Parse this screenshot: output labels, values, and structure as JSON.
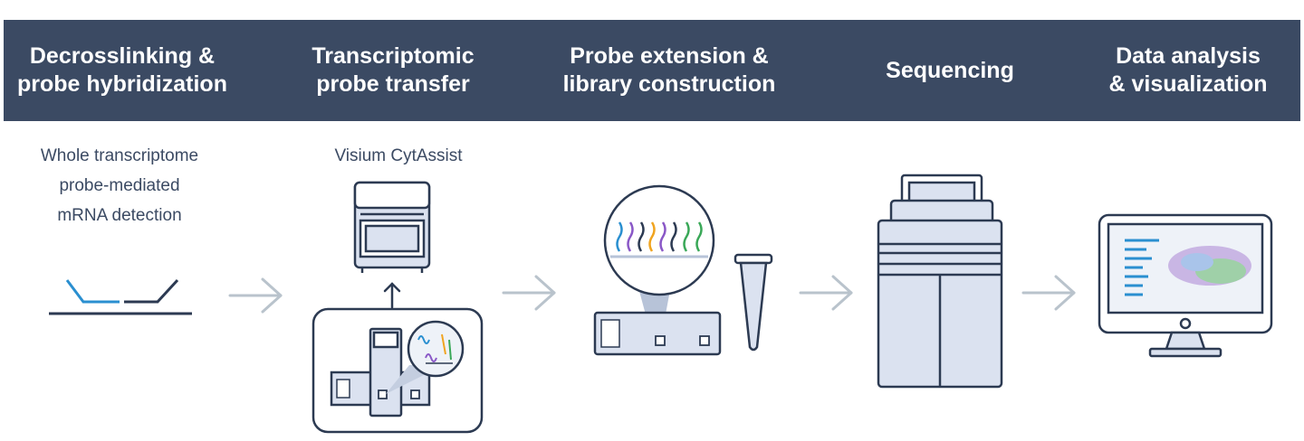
{
  "steps": [
    {
      "title": "Decrosslinking &\nprobe hybridization",
      "caption": "Whole transcriptome\nprobe-mediated\nmRNA detection"
    },
    {
      "title": "Transcriptomic\nprobe transfer",
      "caption": "Visium CytAssist"
    },
    {
      "title": "Probe extension &\nlibrary construction"
    },
    {
      "title": "Sequencing"
    },
    {
      "title": "Data analysis\n& visualization"
    }
  ],
  "colors": {
    "banner": "#3b4a63",
    "outline": "#2c3a52",
    "fill": "#dbe2f0",
    "accent_blue": "#2a8fd0",
    "arrow": "#b9c3cc"
  }
}
